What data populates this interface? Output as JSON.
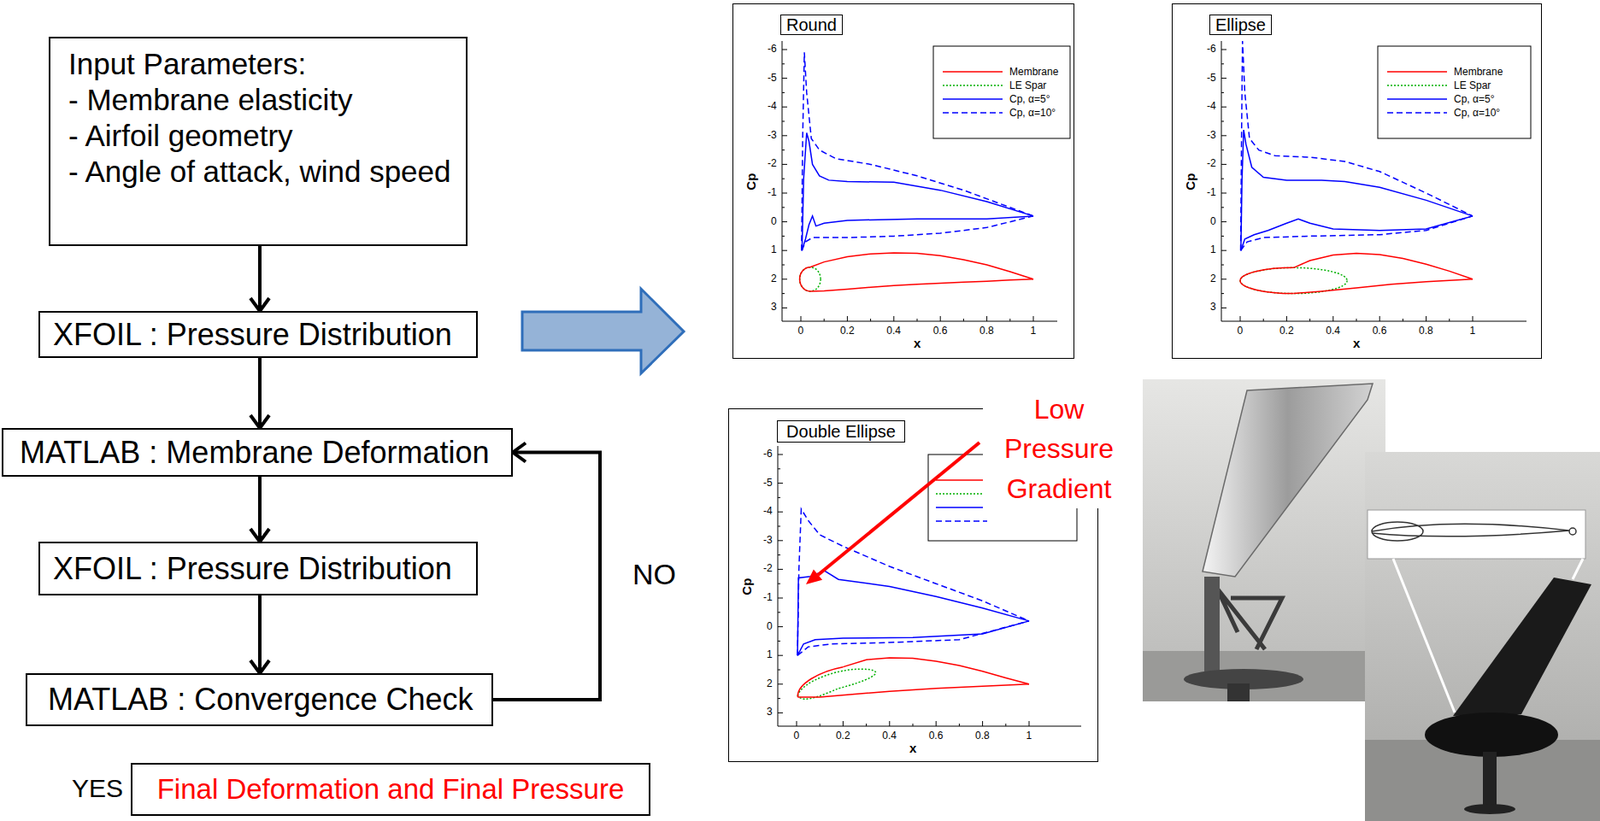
{
  "diagram": {
    "nodes": [
      {
        "text": [
          "Input Parameters:",
          "- Membrane elasticity",
          "- Airfoil geometry",
          "- Angle of attack, wind speed"
        ]
      },
      {
        "text": [
          "XFOIL : Pressure Distribution"
        ]
      },
      {
        "text": [
          "MATLAB : Membrane Deformation"
        ]
      },
      {
        "text": [
          "XFOIL : Pressure Distribution"
        ]
      },
      {
        "text": [
          "MATLAB : Convergence Check"
        ]
      },
      {
        "text": [
          "Final Deformation and Final Pressure"
        ]
      },
      {
        "text": [
          "Round"
        ]
      },
      {
        "text": [
          "Ellipse"
        ]
      },
      {
        "text": [
          "Double Ellipse"
        ]
      }
    ],
    "edges": [
      {
        "from": 0,
        "to": 1,
        "arrow": "to"
      },
      {
        "from": 1,
        "to": 2,
        "arrow": "to"
      },
      {
        "from": 2,
        "to": 3,
        "arrow": "to"
      },
      {
        "from": 3,
        "to": 4,
        "arrow": "to"
      },
      {
        "from": 4,
        "to": 2,
        "label": "NO",
        "arrow": "to"
      }
    ],
    "labels": [
      "YES",
      "Cp",
      "x",
      "-6",
      "-5",
      "-4",
      "-3",
      "-2",
      "-1",
      "0",
      "1",
      "2",
      "3",
      "0",
      "0.2",
      "0.4",
      "0.6",
      "0.8",
      "1",
      "Cp",
      "x",
      "-6",
      "-5",
      "-4",
      "-3",
      "-2",
      "-1",
      "0",
      "1",
      "2",
      "3",
      "0",
      "0.2",
      "0.4",
      "0.6",
      "0.8",
      "1",
      "Cp",
      "x",
      "-6",
      "-5",
      "-4",
      "-3",
      "-2",
      "-1",
      "0",
      "1",
      "2",
      "3",
      "0",
      "0.2",
      "0.4",
      "0.6",
      "0.8",
      "1",
      "Low Pressure Gradient"
    ],
    "legend": [
      {
        "text": "Membrane"
      },
      {
        "text": "LE Spar"
      },
      {
        "text": "Cp, α=5°"
      },
      {
        "text": "Cp, α=10°"
      },
      {
        "text": "Membrane"
      },
      {
        "text": "LE Spar"
      },
      {
        "text": "Cp, α=5°"
      },
      {
        "text": "Cp, α=10°"
      }
    ]
  }
}
